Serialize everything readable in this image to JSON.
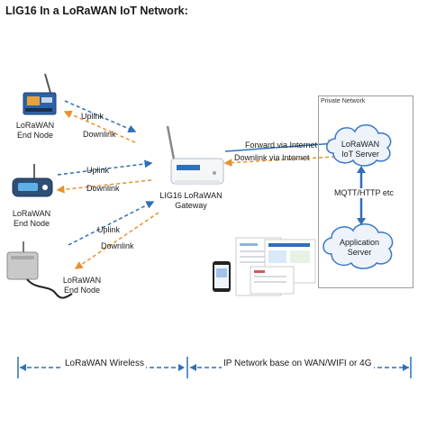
{
  "title": "LIG16 In a LoRaWAN IoT Network:",
  "nodes": [
    {
      "label_line1": "LoRaWAN",
      "label_line2": "End Node",
      "uplink": "Uplink",
      "downlink": "Downlink"
    },
    {
      "label_line1": "LoRaWAN",
      "label_line2": "End Node",
      "uplink": "Uplink",
      "downlink": "Downlink"
    },
    {
      "label_line1": "LoRaWAN",
      "label_line2": "End Node",
      "uplink": "Uplink",
      "downlink": "Downlink"
    }
  ],
  "gateway": {
    "line1": "LIG16 LoRaWAN",
    "line2": "Gateway"
  },
  "internet": {
    "forward": "Forward via Internet",
    "downlink": "Downlink via Internet"
  },
  "private_network": "Private Network",
  "iot_server": {
    "line1": "LoRaWAN",
    "line2": "IoT Server"
  },
  "protocol": "MQTT/HTTP etc",
  "app_server": {
    "line1": "Application",
    "line2": "Server"
  },
  "bottom": {
    "wireless": "LoRaWAN Wireless",
    "ip": "IP Network base on WAN/WIFI or 4G"
  },
  "colors": {
    "uplink": "#2f6fb5",
    "downlink": "#e8912f",
    "cloud_fill": "#eef3fb",
    "cloud_stroke": "#3b78c2"
  }
}
